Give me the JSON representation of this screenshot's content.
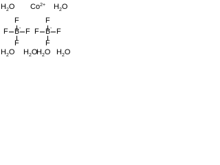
{
  "diagram": {
    "waters": [
      {
        "main": "H",
        "sub": "2",
        "tail": "O"
      },
      {
        "main": "H",
        "sub": "2",
        "tail": "O"
      },
      {
        "main": "H",
        "sub": "2",
        "tail": "O"
      },
      {
        "main": "H",
        "sub": "2",
        "tail": "O"
      },
      {
        "main": "H",
        "sub": "2",
        "tail": "O"
      },
      {
        "main": "H",
        "sub": "2",
        "tail": "O"
      }
    ],
    "cobalt": {
      "symbol": "Co",
      "charge": "2+"
    },
    "borate_left": {
      "top_f": "F",
      "left_f": "F",
      "center": "B",
      "charge": "-",
      "right_f": "F",
      "bottom_f": "F"
    },
    "borate_right": {
      "top_f": "F",
      "left_f": "F",
      "center": "B",
      "charge": "-",
      "right_f": "F",
      "bottom_f": "F"
    }
  }
}
